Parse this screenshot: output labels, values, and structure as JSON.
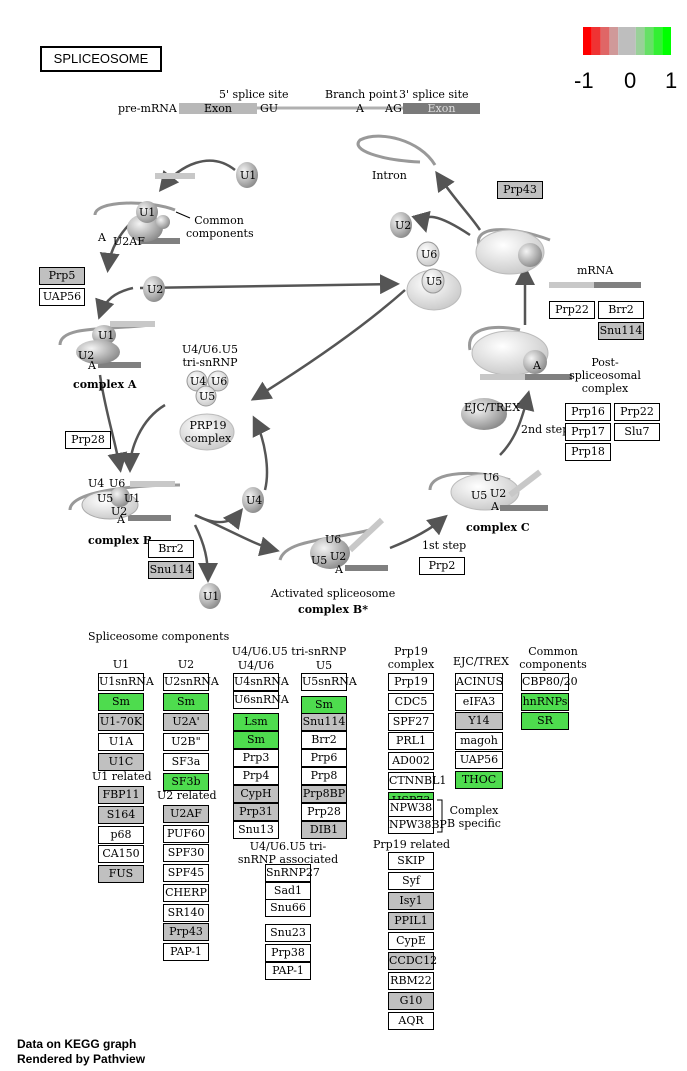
{
  "title": "SPLICEOSOME",
  "legend": {
    "min_label": "-1",
    "mid_label": "0",
    "max_label": "1",
    "colors": [
      "#ff0000",
      "#ef3333",
      "#e06666",
      "#d09999",
      "#bebebe",
      "#bebebe",
      "#99d099",
      "#66e066",
      "#33ef33",
      "#00ff00"
    ]
  },
  "premrna": {
    "label": "pre-mRNA",
    "exon_left": "Exon",
    "exon_right": "Exon",
    "gu": "GU",
    "a": "A",
    "ag": "AG",
    "site5": "5' splice site",
    "branch": "Branch point",
    "site3": "3' splice site"
  },
  "pathway": {
    "u1": "U1",
    "u2": "U2",
    "u2af": "U2AF",
    "u4": "U4",
    "u5": "U5",
    "u6": "U6",
    "a": "A",
    "common_components": "Common components",
    "complex_a": "complex A",
    "complex_b": "complex B",
    "complex_bstar": "complex B*",
    "complex_c": "complex C",
    "activated": "Activated spliceosome",
    "tri_snrnp": "U4/U6.U5 tri-snRNP",
    "prp19_complex": "PRP19 complex",
    "intron": "Intron",
    "mrna": "mRNA",
    "post_spliceosomal": "Post-spliceosomal complex",
    "ejc_trex": "EJC/TREX",
    "first_step": "1st step",
    "second_step": "2nd step"
  },
  "pathway_boxes": {
    "prp5": "Prp5",
    "uap56": "UAP56",
    "prp28": "Prp28",
    "brr2": "Brr2",
    "snu114": "Snu114",
    "prp2": "Prp2",
    "prp43": "Prp43",
    "prp22_post": "Prp22",
    "brr2_post": "Brr2",
    "snu114_post": "Snu114",
    "prp16": "Prp16",
    "prp22_c": "Prp22",
    "prp17": "Prp17",
    "slu7": "Slu7",
    "prp18": "Prp18"
  },
  "components": {
    "heading": "Spliceosome components",
    "u1_head": "U1",
    "u2_head": "U2",
    "tri_head": "U4/U6.U5 tri-snRNP",
    "u4u6_head": "U4/U6",
    "u5_head": "U5",
    "prp19_head": "Prp19 complex",
    "ejc_head": "EJC/TREX",
    "common_head": "Common components",
    "u1_related": "U1 related",
    "u2_related": "U2 related",
    "tri_assoc": "U4/U6.U5 tri-snRNP associated",
    "complex_b_specific": "Complex B specific",
    "prp19_related": "Prp19 related",
    "u1": [
      "U1snRNA",
      "Sm",
      "U1-70K",
      "U1A",
      "U1C"
    ],
    "u1_rel": [
      "FBP11",
      "S164",
      "p68",
      "CA150",
      "FUS"
    ],
    "u2": [
      "U2snRNA",
      "Sm",
      "U2A'",
      "U2B\"",
      "SF3a",
      "SF3b"
    ],
    "u2_rel": [
      "U2AF",
      "PUF60",
      "SPF30",
      "SPF45",
      "CHERP",
      "SR140",
      "Prp43",
      "PAP-1"
    ],
    "u4u6": [
      "U4snRNA",
      "U6snRNA",
      "Lsm",
      "Sm",
      "Prp3",
      "Prp4",
      "CypH",
      "Prp31",
      "Snu13"
    ],
    "u5": [
      "U5snRNA",
      "Sm",
      "Snu114",
      "Brr2",
      "Prp6",
      "Prp8",
      "Prp8BP",
      "Prp28",
      "DIB1"
    ],
    "tri_assoc_list": [
      "SnRNP27",
      "Sad1",
      "Snu66",
      "Snu23",
      "Prp38",
      "PAP-1"
    ],
    "prp19": [
      "Prp19",
      "CDC5",
      "SPF27",
      "PRL1",
      "AD002",
      "CTNNBL1",
      "HSP73"
    ],
    "complex_b_list": [
      "NPW38",
      "NPW38BP"
    ],
    "prp19_rel": [
      "SKIP",
      "Syf",
      "Isy1",
      "PPIL1",
      "CypE",
      "CCDC12",
      "RBM22",
      "G10",
      "AQR"
    ],
    "ejc": [
      "ACINUS",
      "eIFA3",
      "Y14",
      "magoh",
      "UAP56",
      "THOC"
    ],
    "common": [
      "CBP80/20",
      "hnRNPs",
      "SR"
    ]
  },
  "footer": {
    "line1": "Data on KEGG graph",
    "line2": "Rendered by Pathview"
  }
}
